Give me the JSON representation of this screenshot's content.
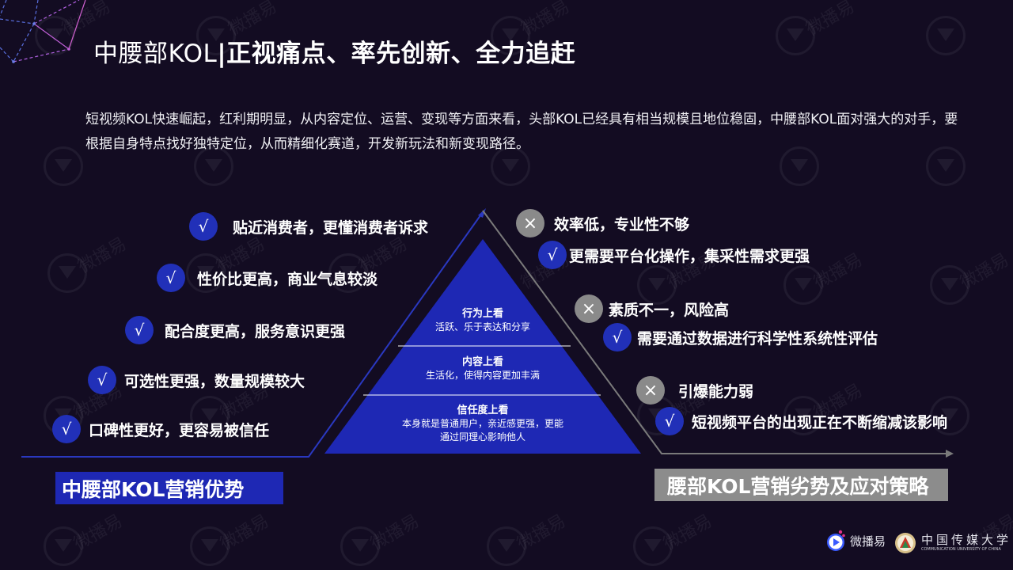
{
  "header": {
    "title_light": "中腰部KOL",
    "title_separator": "|",
    "title_bold": "正视痛点、率先创新、全力追赶"
  },
  "intro": {
    "text": "短视频KOL快速崛起，红利期明显，从内容定位、运营、变现等方面来看，头部KOL已经具有相当规模且地位稳固，中腰部KOL面对强大的对手，要根据自身特点找好独特定位，从而精细化赛道，开发新玩法和新变现路径。"
  },
  "advantages": {
    "label": "中腰部KOL营销优势",
    "items": [
      {
        "icon": "√",
        "text": "贴近消费者，更懂消费者诉求"
      },
      {
        "icon": "√",
        "text": "性价比更高，商业气息较淡"
      },
      {
        "icon": "√",
        "text": "配合度更高，服务意识更强"
      },
      {
        "icon": "√",
        "text": "可选性更强，数量规模较大"
      },
      {
        "icon": "√",
        "text": "口碑性更好，更容易被信任"
      }
    ]
  },
  "pyramid": {
    "levels": [
      {
        "heading": "行为上看",
        "lines": [
          "活跃、乐于表达和分享"
        ]
      },
      {
        "heading": "内容上看",
        "lines": [
          "生活化，使得内容更加丰满"
        ]
      },
      {
        "heading": "信任度上看",
        "lines": [
          "本身就是普通用户，亲近感更强，更能",
          "通过同理心影响他人"
        ]
      }
    ]
  },
  "disadvantages": {
    "label": "腰部KOL营销劣势及应对策略",
    "groups": [
      {
        "problem_icon": "×",
        "problem": "效率低，专业性不够",
        "solution_icon": "√",
        "solution": "更需要平台化操作，集采性需求更强"
      },
      {
        "problem_icon": "×",
        "problem": "素质不一，风险高",
        "solution_icon": "√",
        "solution": "需要通过数据进行科学性系统性评估"
      },
      {
        "problem_icon": "×",
        "problem": "引爆能力弱",
        "solution_icon": "√",
        "solution": "短视频平台的出现正在不断缩减该影响"
      }
    ]
  },
  "footer": {
    "brand_name": "微播易",
    "university_name": "中国传媒大学",
    "university_subtitle": "COMMUNICATION UNIVERSITY OF CHINA"
  },
  "watermark": {
    "text": "微播易"
  },
  "colors": {
    "background": "#130c22",
    "accent_blue": "#2130b8",
    "pyramid_blue": "#1e28b4",
    "gray_badge": "#8a8a8a",
    "gray_label": "#8c8c8c"
  }
}
